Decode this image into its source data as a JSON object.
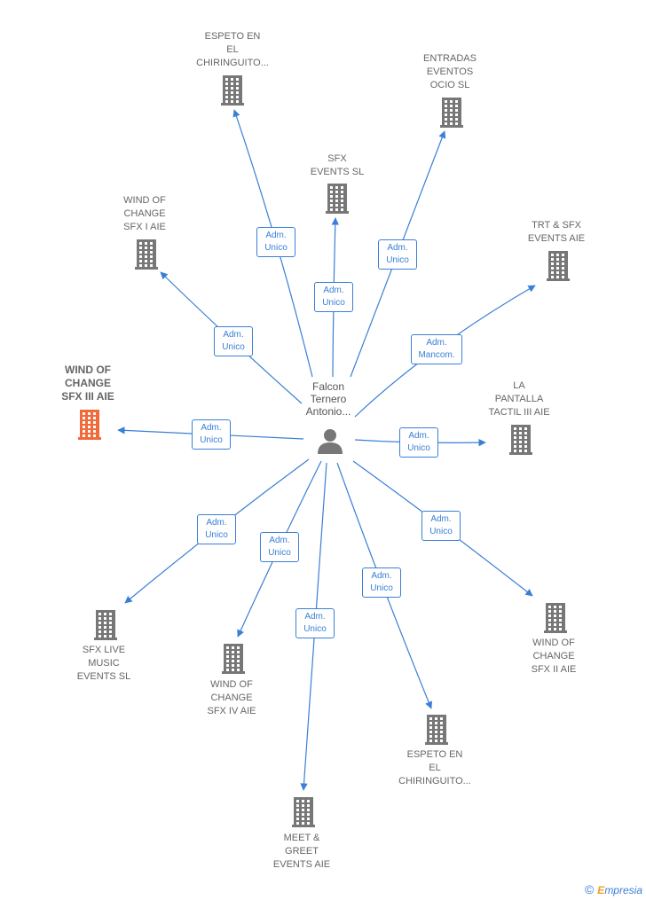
{
  "center": {
    "label": "Falcon\nTernero\nAntonio..."
  },
  "colors": {
    "edge": "#3a7fd5",
    "building": "#777777",
    "focus_building": "#f26a3a",
    "person": "#777777"
  },
  "nodes": [
    {
      "id": "espeto1",
      "label": "ESPETO EN\nEL\nCHIRINGUITO...",
      "focus": false
    },
    {
      "id": "entradas",
      "label": "ENTRADAS\nEVENTOS\nOCIO  SL",
      "focus": false
    },
    {
      "id": "sfx-events",
      "label": "SFX\nEVENTS  SL",
      "focus": false
    },
    {
      "id": "wind1",
      "label": "WIND OF\nCHANGE\nSFX I AIE",
      "focus": false
    },
    {
      "id": "trt",
      "label": "TRT & SFX\nEVENTS AIE",
      "focus": false
    },
    {
      "id": "wind3",
      "label": "WIND OF\nCHANGE\nSFX III AIE",
      "focus": true
    },
    {
      "id": "pantalla",
      "label": "LA\nPANTALLA\nTACTIL III  AIE",
      "focus": false
    },
    {
      "id": "live",
      "label": "SFX LIVE\nMUSIC\nEVENTS  SL",
      "focus": false
    },
    {
      "id": "wind4",
      "label": "WIND OF\nCHANGE\nSFX IV AIE",
      "focus": false
    },
    {
      "id": "wind2",
      "label": "WIND OF\nCHANGE\nSFX II AIE",
      "focus": false
    },
    {
      "id": "espeto2",
      "label": "ESPETO EN\nEL\nCHIRINGUITO...",
      "focus": false
    },
    {
      "id": "meet",
      "label": "MEET &\nGREET\nEVENTS AIE",
      "focus": false
    }
  ],
  "edges": [
    {
      "to": "espeto1",
      "label": "Adm.\nUnico"
    },
    {
      "to": "entradas",
      "label": "Adm.\nUnico"
    },
    {
      "to": "sfx-events",
      "label": "Adm.\nUnico"
    },
    {
      "to": "wind1",
      "label": "Adm.\nUnico"
    },
    {
      "to": "trt",
      "label": "Adm.\nMancom."
    },
    {
      "to": "wind3",
      "label": "Adm.\nUnico"
    },
    {
      "to": "pantalla",
      "label": "Adm.\nUnico"
    },
    {
      "to": "live",
      "label": "Adm.\nUnico"
    },
    {
      "to": "wind4",
      "label": "Adm.\nUnico"
    },
    {
      "to": "wind2",
      "label": "Adm.\nUnico"
    },
    {
      "to": "espeto2",
      "label": "Adm.\nUnico"
    },
    {
      "to": "meet",
      "label": "Adm.\nUnico"
    }
  ],
  "brand": {
    "copyright": "©",
    "name_initial": "E",
    "name_rest": "mpresia"
  }
}
